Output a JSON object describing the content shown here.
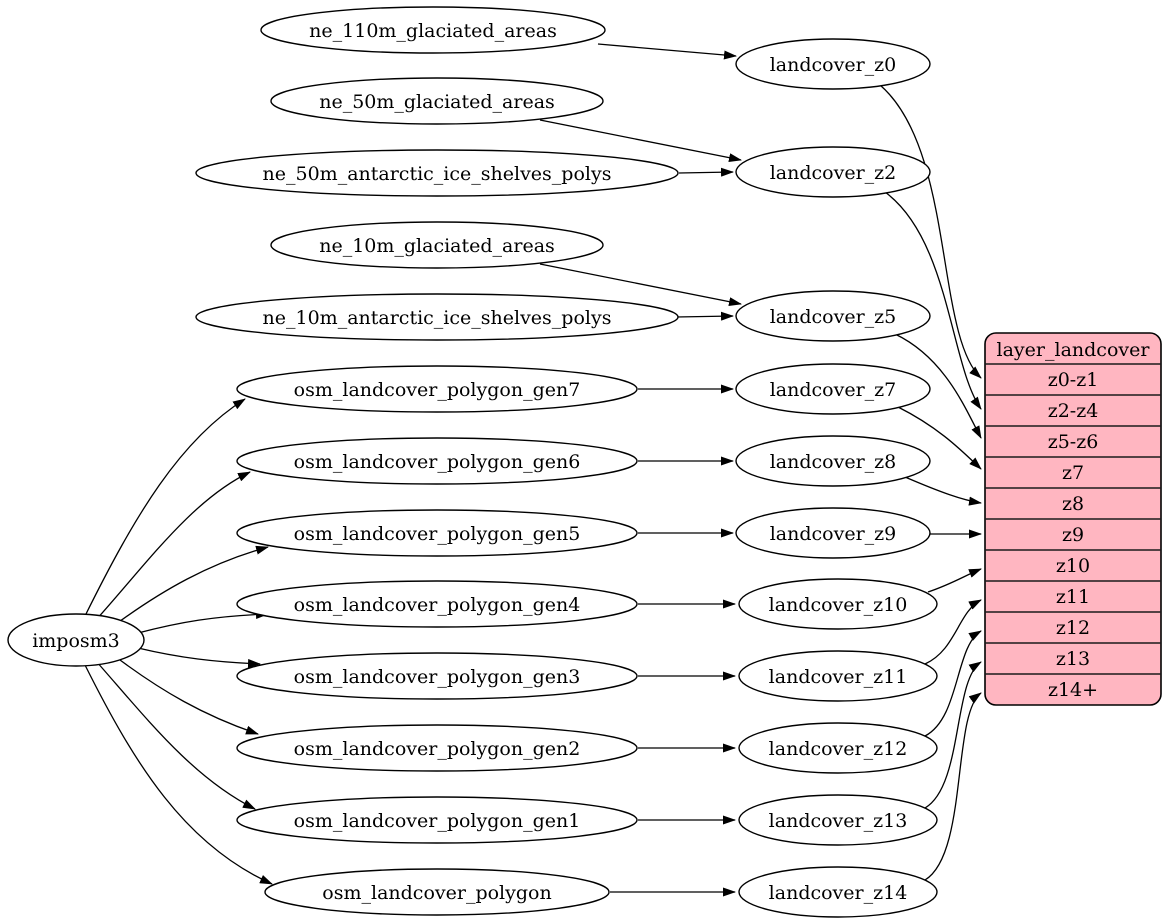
{
  "diagram": {
    "background_color": "#ffffff",
    "node_fill_color": "#ffffff",
    "node_stroke_color": "#000000",
    "edge_color": "#000000",
    "nodes": {
      "imposm3": "imposm3",
      "ne_110m_glaciated_areas": "ne_110m_glaciated_areas",
      "ne_50m_glaciated_areas": "ne_50m_glaciated_areas",
      "ne_50m_antarctic_ice_shelves_polys": "ne_50m_antarctic_ice_shelves_polys",
      "ne_10m_glaciated_areas": "ne_10m_glaciated_areas",
      "ne_10m_antarctic_ice_shelves_polys": "ne_10m_antarctic_ice_shelves_polys",
      "osm_landcover_polygon_gen7": "osm_landcover_polygon_gen7",
      "osm_landcover_polygon_gen6": "osm_landcover_polygon_gen6",
      "osm_landcover_polygon_gen5": "osm_landcover_polygon_gen5",
      "osm_landcover_polygon_gen4": "osm_landcover_polygon_gen4",
      "osm_landcover_polygon_gen3": "osm_landcover_polygon_gen3",
      "osm_landcover_polygon_gen2": "osm_landcover_polygon_gen2",
      "osm_landcover_polygon_gen1": "osm_landcover_polygon_gen1",
      "osm_landcover_polygon": "osm_landcover_polygon",
      "landcover_z0": "landcover_z0",
      "landcover_z2": "landcover_z2",
      "landcover_z5": "landcover_z5",
      "landcover_z7": "landcover_z7",
      "landcover_z8": "landcover_z8",
      "landcover_z9": "landcover_z9",
      "landcover_z10": "landcover_z10",
      "landcover_z11": "landcover_z11",
      "landcover_z12": "landcover_z12",
      "landcover_z13": "landcover_z13",
      "landcover_z14": "landcover_z14"
    },
    "table": {
      "title": "layer_landcover",
      "fill_color": "#ffb6c1",
      "rows": [
        "z0-z1",
        "z2-z4",
        "z5-z6",
        "z7",
        "z8",
        "z9",
        "z10",
        "z11",
        "z12",
        "z13",
        "z14+"
      ]
    },
    "edges": [
      {
        "from": "ne_110m_glaciated_areas",
        "to": "landcover_z0"
      },
      {
        "from": "ne_50m_glaciated_areas",
        "to": "landcover_z2"
      },
      {
        "from": "ne_50m_antarctic_ice_shelves_polys",
        "to": "landcover_z2"
      },
      {
        "from": "ne_10m_glaciated_areas",
        "to": "landcover_z5"
      },
      {
        "from": "ne_10m_antarctic_ice_shelves_polys",
        "to": "landcover_z5"
      },
      {
        "from": "imposm3",
        "to": "osm_landcover_polygon_gen7"
      },
      {
        "from": "imposm3",
        "to": "osm_landcover_polygon_gen6"
      },
      {
        "from": "imposm3",
        "to": "osm_landcover_polygon_gen5"
      },
      {
        "from": "imposm3",
        "to": "osm_landcover_polygon_gen4"
      },
      {
        "from": "imposm3",
        "to": "osm_landcover_polygon_gen3"
      },
      {
        "from": "imposm3",
        "to": "osm_landcover_polygon_gen2"
      },
      {
        "from": "imposm3",
        "to": "osm_landcover_polygon_gen1"
      },
      {
        "from": "imposm3",
        "to": "osm_landcover_polygon"
      },
      {
        "from": "osm_landcover_polygon_gen7",
        "to": "landcover_z7"
      },
      {
        "from": "osm_landcover_polygon_gen6",
        "to": "landcover_z8"
      },
      {
        "from": "osm_landcover_polygon_gen5",
        "to": "landcover_z9"
      },
      {
        "from": "osm_landcover_polygon_gen4",
        "to": "landcover_z10"
      },
      {
        "from": "osm_landcover_polygon_gen3",
        "to": "landcover_z11"
      },
      {
        "from": "osm_landcover_polygon_gen2",
        "to": "landcover_z12"
      },
      {
        "from": "osm_landcover_polygon_gen1",
        "to": "landcover_z13"
      },
      {
        "from": "osm_landcover_polygon",
        "to": "landcover_z14"
      },
      {
        "from": "landcover_z0",
        "to": "layer_landcover:z0-z1"
      },
      {
        "from": "landcover_z2",
        "to": "layer_landcover:z2-z4"
      },
      {
        "from": "landcover_z5",
        "to": "layer_landcover:z5-z6"
      },
      {
        "from": "landcover_z7",
        "to": "layer_landcover:z7"
      },
      {
        "from": "landcover_z8",
        "to": "layer_landcover:z8"
      },
      {
        "from": "landcover_z9",
        "to": "layer_landcover:z9"
      },
      {
        "from": "landcover_z10",
        "to": "layer_landcover:z10"
      },
      {
        "from": "landcover_z11",
        "to": "layer_landcover:z11"
      },
      {
        "from": "landcover_z12",
        "to": "layer_landcover:z12"
      },
      {
        "from": "landcover_z13",
        "to": "layer_landcover:z13"
      },
      {
        "from": "landcover_z14",
        "to": "layer_landcover:z14+"
      }
    ]
  }
}
